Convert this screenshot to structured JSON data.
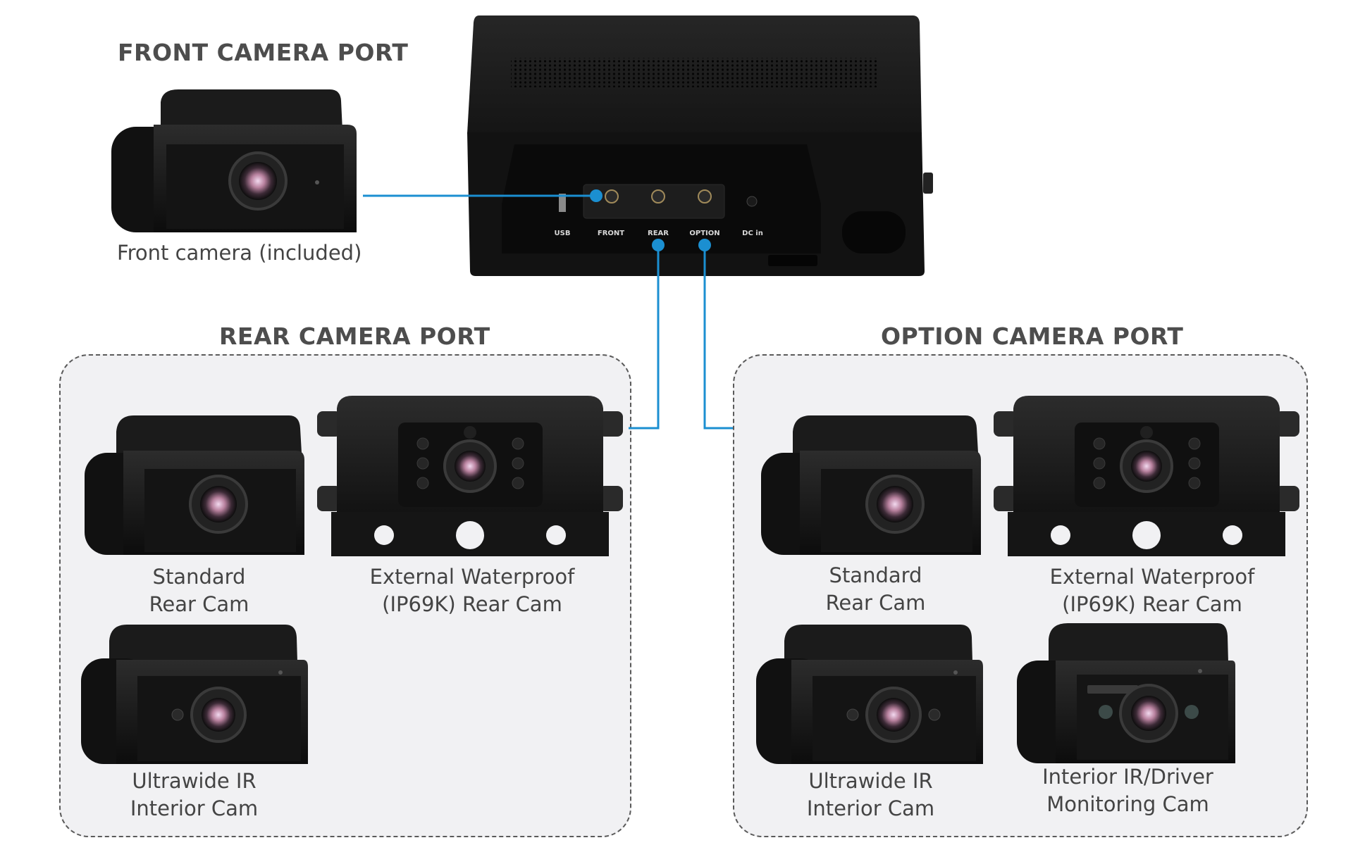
{
  "front": {
    "title": "FRONT CAMERA PORT",
    "caption": "Front camera (included)"
  },
  "device": {
    "port_labels": [
      "USB",
      "FRONT",
      "REAR",
      "OPTION",
      "DC in"
    ]
  },
  "rear": {
    "title": "REAR CAMERA PORT",
    "cams": [
      {
        "line1": "Standard",
        "line2": "Rear Cam"
      },
      {
        "line1": "External Waterproof",
        "line2": "(IP69K) Rear Cam"
      },
      {
        "line1": "Ultrawide IR",
        "line2": "Interior Cam"
      }
    ]
  },
  "option": {
    "title": "OPTION CAMERA PORT",
    "cams": [
      {
        "line1": "Standard",
        "line2": "Rear Cam"
      },
      {
        "line1": "External Waterproof",
        "line2": "(IP69K) Rear Cam"
      },
      {
        "line1": "Ultrawide IR",
        "line2": "Interior Cam"
      },
      {
        "line1": "Interior IR/Driver",
        "line2": "Monitoring Cam"
      }
    ]
  },
  "colors": {
    "connector": "#1b8fd1",
    "device_body": "#141414",
    "panel_bg": "#f1f1f3",
    "title_text": "#4d4d4d"
  },
  "icons": {
    "front_camera": "dashcam-icon",
    "standard_rear": "dashcam-icon",
    "waterproof_rear": "waterproof-camera-icon",
    "ultrawide_ir": "ir-camera-icon",
    "driver_monitoring": "dms-camera-icon"
  }
}
